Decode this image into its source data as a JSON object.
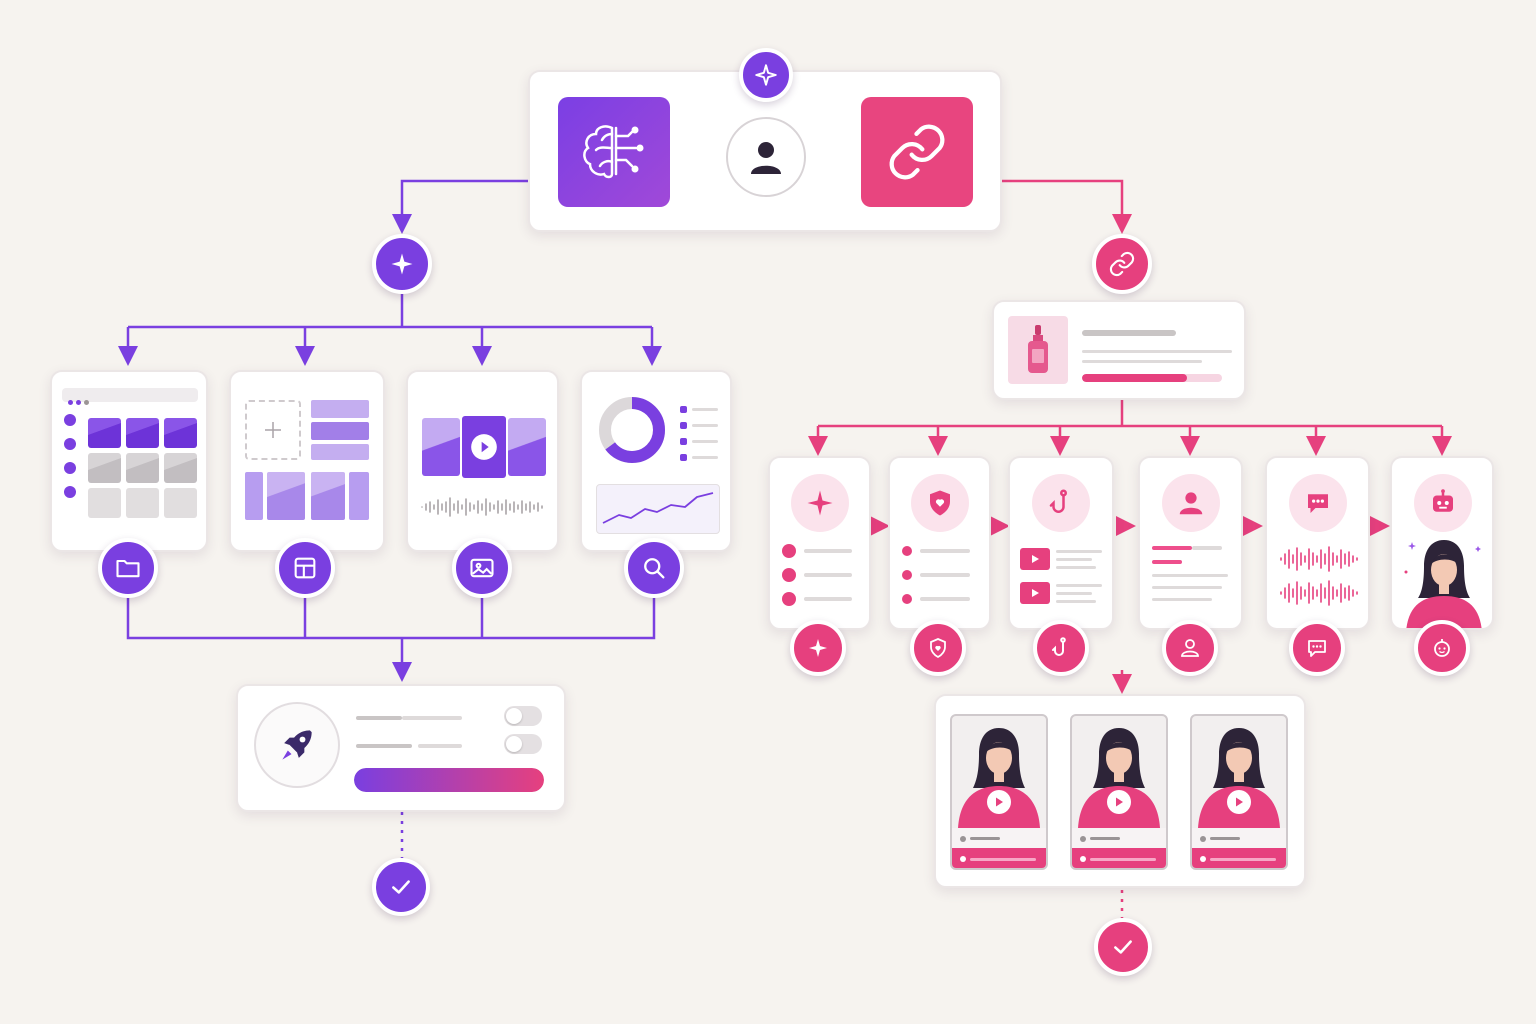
{
  "colors": {
    "purple": "#7a3fe0",
    "pink": "#e6407e",
    "background": "#f6f3ef"
  },
  "hub": {
    "top_icon": "sparkle-icon",
    "left_tile_icon": "brain-circuit-icon",
    "center_icon": "user-icon",
    "right_tile_icon": "link-icon"
  },
  "left_branch": {
    "entry_icon": "sparkle-icon",
    "cards": [
      {
        "name": "media-library",
        "icon": "folder-icon"
      },
      {
        "name": "layout-builder",
        "icon": "layout-icon"
      },
      {
        "name": "media-editor",
        "icon": "image-icon"
      },
      {
        "name": "analytics",
        "icon": "search-icon"
      }
    ],
    "launch": {
      "icon": "rocket-icon",
      "progress": 1.0
    },
    "done_icon": "check-icon"
  },
  "right_branch": {
    "entry_icon": "link-icon",
    "product": {
      "icon": "serum-bottle-icon",
      "progress": 0.75
    },
    "steps": [
      {
        "name": "highlights",
        "icon": "sparkle-icon"
      },
      {
        "name": "trust",
        "icon": "shield-heart-icon"
      },
      {
        "name": "hook",
        "icon": "hook-icon"
      },
      {
        "name": "persona",
        "icon": "user-icon"
      },
      {
        "name": "voice",
        "icon": "chat-icon"
      },
      {
        "name": "avatar",
        "icon": "robot-icon"
      }
    ],
    "videos": [
      {
        "icon": "play-icon"
      },
      {
        "icon": "play-icon"
      },
      {
        "icon": "play-icon"
      }
    ],
    "done_icon": "check-icon"
  }
}
